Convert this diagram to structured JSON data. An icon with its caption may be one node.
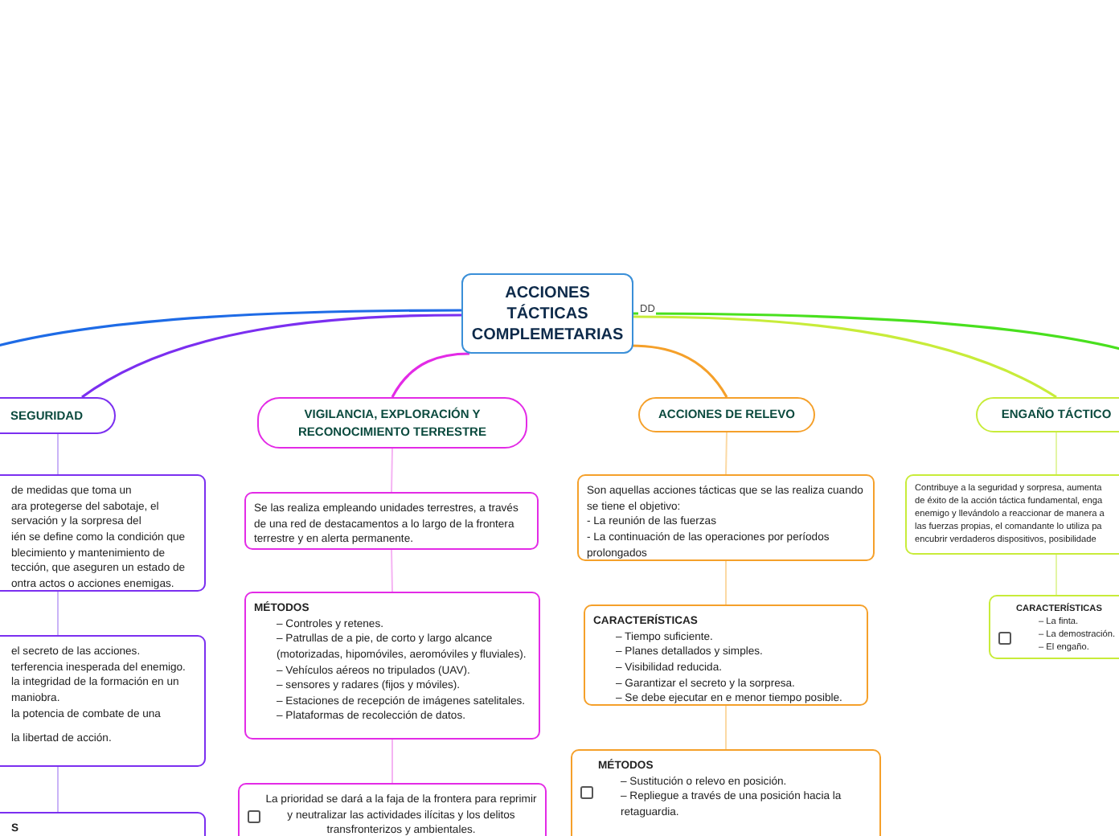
{
  "diagram": {
    "nodes": [
      {
        "text": [
          "ACCIONES TÁCTICAS COMPLEMETARIAS"
        ]
      },
      {
        "text": [
          "SEGURIDAD"
        ]
      },
      {
        "text": [
          "de medidas que toma un",
          "ara protegerse del sabotaje, el",
          "servación y la sorpresa del",
          "ién se define como la condición que",
          "blecimiento y mantenimiento de",
          "tección, que aseguren un estado de",
          "ontra actos o acciones enemigas."
        ]
      },
      {
        "text": [
          "el secreto de las acciones.",
          "terferencia inesperada del enemigo.",
          "la integridad de la formación en un",
          "maniobra.",
          "la potencia de combate de una",
          "la libertad de acción."
        ]
      },
      {
        "text": [
          "S"
        ]
      },
      {
        "text": [
          "VIGILANCIA, EXPLORACIÓN Y RECONOCIMIENTO TERRESTRE"
        ]
      },
      {
        "text": [
          "Se las realiza empleando unidades terrestres, a través de una red de destacamentos a lo largo de la frontera terrestre y en alerta permanente."
        ]
      },
      {
        "text": [
          "MÉTODOS",
          "–  Controles y retenes.",
          "–  Patrullas de a pie, de corto y largo alcance (motorizadas, hipomóviles, aeromóviles y fluviales).",
          "–  Vehículos aéreos no tripulados (UAV).",
          "–  sensores y radares (fijos y móviles).",
          "–  Estaciones de recepción de imágenes satelitales.",
          "–  Plataformas de recolección de datos."
        ]
      },
      {
        "text": [
          "La prioridad se dará a la faja de la frontera para reprimir y neutralizar las actividades ilícitas y los delitos transfronterizos y ambientales."
        ]
      },
      {
        "text": [
          "ACCIONES DE RELEVO"
        ]
      },
      {
        "text": [
          "Son aquellas acciones tácticas que se las realiza cuando se tiene el objetivo:",
          "- La reunión de las fuerzas",
          "- La continuación de las operaciones por períodos prolongados"
        ]
      },
      {
        "text": [
          "CARACTERÍSTICAS",
          "–  Tiempo suficiente.",
          "–  Planes detallados y simples.",
          "–  Visibilidad reducida.",
          "–  Garantizar el secreto y la sorpresa.",
          "–  Se debe ejecutar en e menor tiempo posible."
        ]
      },
      {
        "text": [
          "MÉTODOS",
          "–  Sustitución o relevo en posición.",
          "–  Repliegue a través de una posición hacia la retaguardia."
        ]
      },
      {
        "text": [
          "ENGAÑO TÁCTICO"
        ]
      },
      {
        "text": [
          "Contribuye a la seguridad y sorpresa, aumenta",
          "de éxito de la acción táctica fundamental, enga",
          "enemigo y llevándolo a reaccionar de manera a",
          "las fuerzas propias, el comandante lo utiliza pa",
          "encubrir verdaderos dispositivos, posibilidade"
        ]
      },
      {
        "text": [
          "CARACTERÍSTICAS",
          "–  La finta.",
          "–  La demostración.",
          "–  El engaño."
        ]
      }
    ],
    "edges": [
      {
        "from": 0,
        "to": null,
        "arrow": "none",
        "color": "#1e6be6"
      },
      {
        "from": 0,
        "to": 1,
        "arrow": "none",
        "color": "#7b2ff0"
      },
      {
        "from": 0,
        "to": 5,
        "arrow": "none",
        "color": "#e32be6"
      },
      {
        "from": 0,
        "to": 9,
        "arrow": "none",
        "color": "#f5a02a"
      },
      {
        "from": 0,
        "to": 13,
        "arrow": "none",
        "color": "#c8ec3a"
      },
      {
        "from": 0,
        "to": null,
        "arrow": "none",
        "color": "#49e01e"
      },
      {
        "from": 1,
        "to": 2,
        "arrow": "none",
        "color": "#c9b3f7"
      },
      {
        "from": 2,
        "to": 3,
        "arrow": "none",
        "color": "#c9b3f7"
      },
      {
        "from": 3,
        "to": 4,
        "arrow": "none",
        "color": "#c9b3f7"
      },
      {
        "from": 5,
        "to": 6,
        "arrow": "none",
        "color": "#f5b3f3"
      },
      {
        "from": 6,
        "to": 7,
        "arrow": "none",
        "color": "#f5b3f3"
      },
      {
        "from": 7,
        "to": 8,
        "arrow": "none",
        "color": "#f5b3f3"
      },
      {
        "from": 9,
        "to": 10,
        "arrow": "none",
        "color": "#fbd9a4"
      },
      {
        "from": 10,
        "to": 11,
        "arrow": "none",
        "color": "#fbd9a4"
      },
      {
        "from": 11,
        "to": 12,
        "arrow": "none",
        "color": "#fbd9a4"
      },
      {
        "from": 13,
        "to": 14,
        "arrow": "none",
        "color": "#e3f5a4"
      },
      {
        "from": 14,
        "to": 15,
        "arrow": "none",
        "color": "#e3f5a4"
      }
    ],
    "labels": [
      "DD"
    ]
  }
}
